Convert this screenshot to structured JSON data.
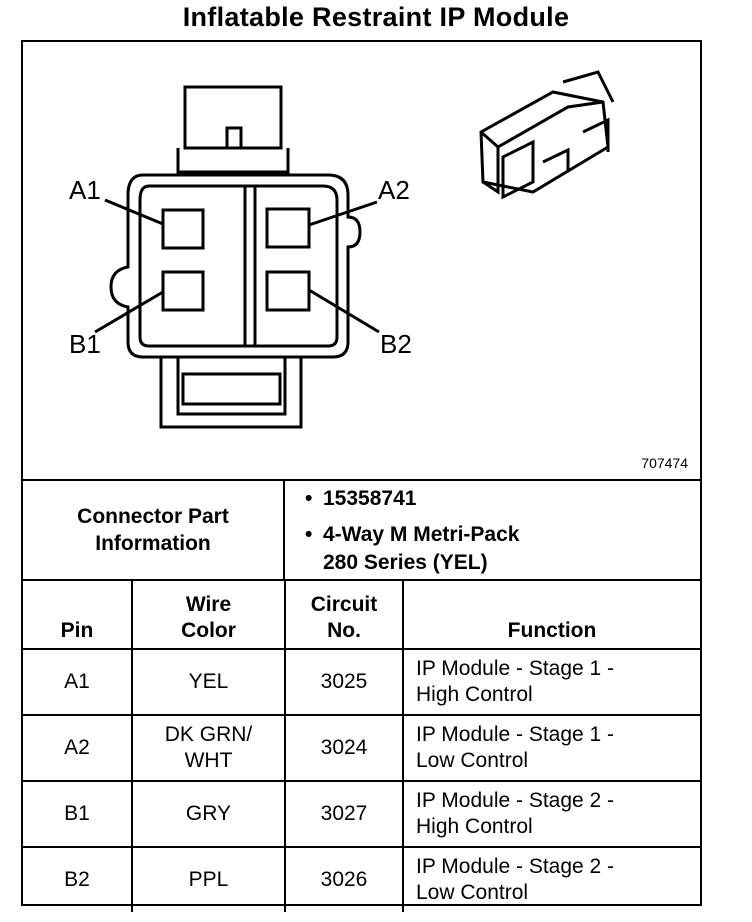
{
  "title": "Inflatable Restraint IP Module",
  "figure_number": "707474",
  "pin_labels": {
    "a1": "A1",
    "a2": "A2",
    "b1": "B1",
    "b2": "B2"
  },
  "connector_part": {
    "label_line1": "Connector Part",
    "label_line2": "Information",
    "items": [
      {
        "bullet": "•",
        "line1": "15358741",
        "line2": ""
      },
      {
        "bullet": "•",
        "line1": "4-Way M Metri-Pack",
        "line2": "280 Series (YEL)"
      }
    ]
  },
  "table": {
    "headers": {
      "pin": "Pin",
      "wire_color_line1": "Wire",
      "wire_color_line2": "Color",
      "circuit_line1": "Circuit",
      "circuit_line2": "No.",
      "function": "Function"
    },
    "rows": [
      {
        "pin": "A1",
        "wire1": "YEL",
        "wire2": "",
        "circuit": "3025",
        "func1": "IP Module - Stage 1 -",
        "func2": "High Control"
      },
      {
        "pin": "A2",
        "wire1": "DK GRN/",
        "wire2": "WHT",
        "circuit": "3024",
        "func1": "IP Module - Stage 1 -",
        "func2": "Low Control"
      },
      {
        "pin": "B1",
        "wire1": "GRY",
        "wire2": "",
        "circuit": "3027",
        "func1": "IP Module - Stage 2 -",
        "func2": "High Control"
      },
      {
        "pin": "B2",
        "wire1": "PPL",
        "wire2": "",
        "circuit": "3026",
        "func1": "IP Module - Stage 2 -",
        "func2": "Low Control"
      }
    ]
  }
}
